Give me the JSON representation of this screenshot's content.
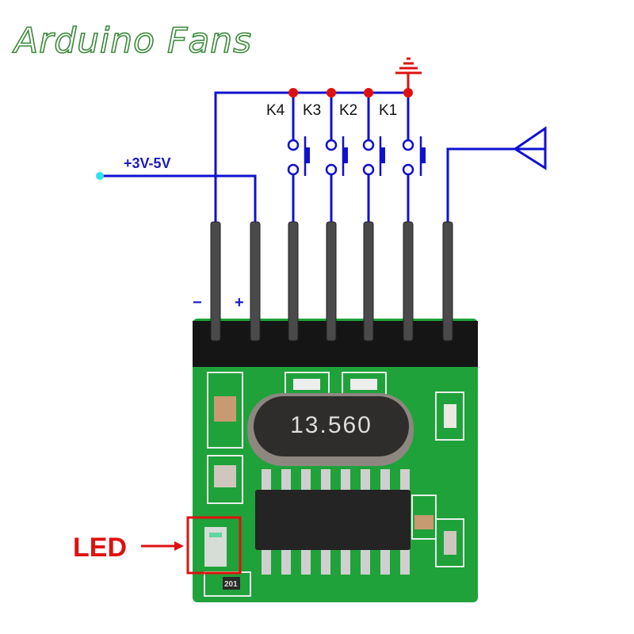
{
  "logo": "Arduino Fans",
  "keys": [
    "K4",
    "K3",
    "K2",
    "K1"
  ],
  "supply_label": "+3V-5V",
  "minus_label": "−",
  "plus_label": "+",
  "led_label": "LED",
  "crystal_marking": "13.560",
  "resistor_marking": "201",
  "colors": {
    "wire": "#1010d0",
    "node": "#e01010",
    "pcb": "#1fa23a",
    "logo": "#3a8a3a"
  }
}
